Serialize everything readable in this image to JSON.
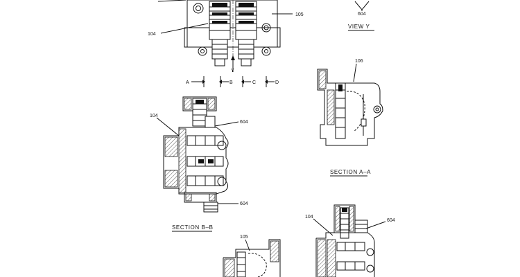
{
  "labels": {
    "top_104": "104",
    "top_105": "105",
    "view_604": "604",
    "arrow_y": "Y",
    "sec_a": "A",
    "sec_b": "B",
    "sec_c": "C",
    "sec_d": "D",
    "bb_104": "104",
    "bb_604_top": "604",
    "bb_604_bot": "604",
    "aa_106": "106",
    "br_104": "104",
    "br_604": "604",
    "bm_105": "105"
  },
  "captions": {
    "view_y": "VIEW   Y",
    "section_aa": "SECTION  A–A",
    "section_bb": "SECTION  B–B"
  }
}
